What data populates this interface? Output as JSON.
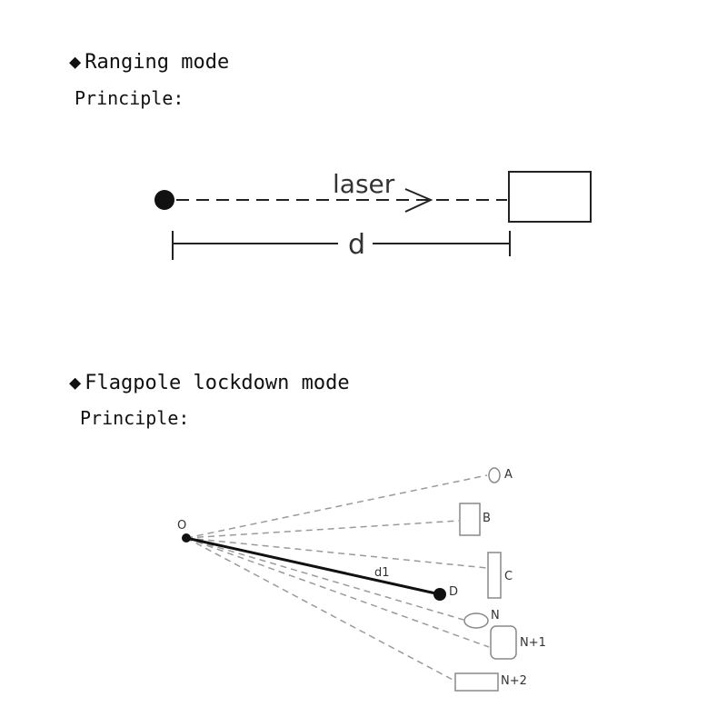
{
  "section1": {
    "bullet": "◆",
    "title": "Ranging mode",
    "subtitle": "Principle:",
    "laser_label": "laser",
    "distance_label": "d"
  },
  "section2": {
    "bullet": "◆",
    "title": "Flagpole lockdown mode",
    "subtitle": "Principle:",
    "origin_label": "O",
    "distance_label": "d1",
    "targets": [
      "A",
      "B",
      "C",
      "D",
      "N",
      "N+1",
      "N+2"
    ]
  },
  "colors": {
    "text": "#111111",
    "line": "#222222",
    "dashed_gray": "#9a9a9a"
  }
}
